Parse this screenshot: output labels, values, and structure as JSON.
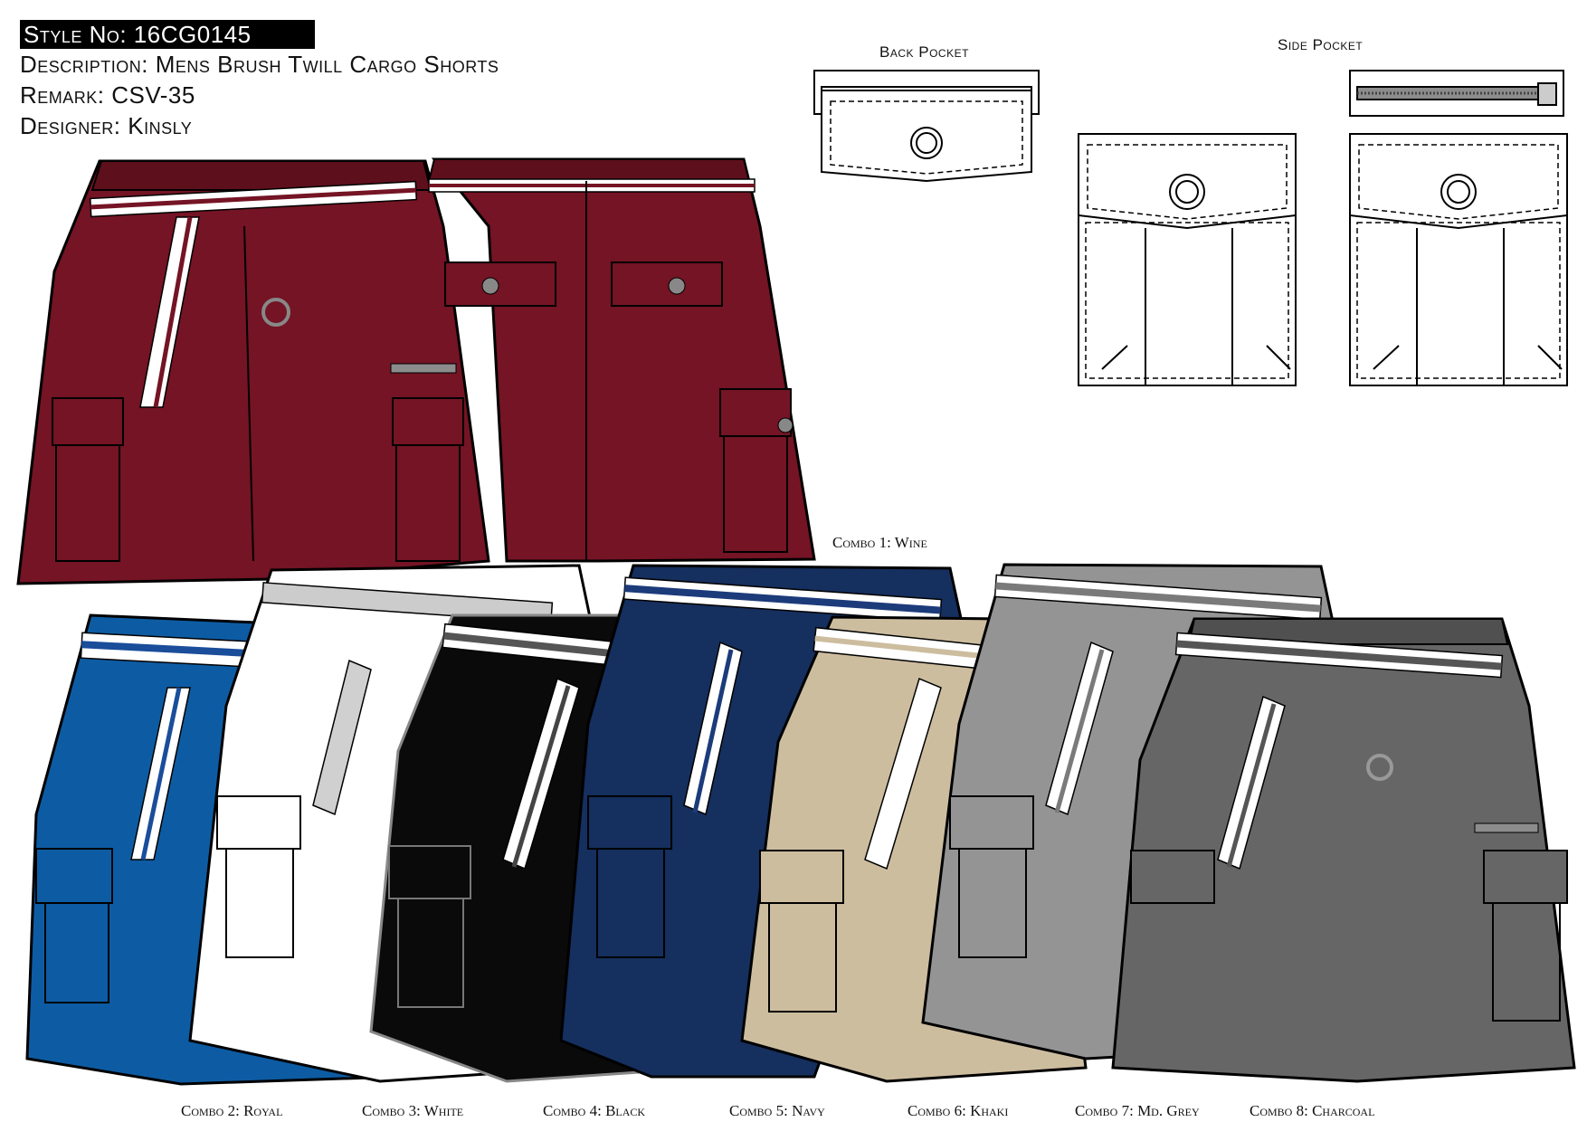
{
  "header": {
    "style_no": "Style No: 16CG0145",
    "description": "Description: Mens Brush Twill Cargo Shorts",
    "remark": "Remark: CSV-35",
    "designer": "Designer: Kinsly"
  },
  "details": {
    "back_pocket_label": "Back Pocket",
    "side_pocket_label": "Side Pocket"
  },
  "combos": [
    {
      "label": "Combo 1: Wine",
      "color": "#741424",
      "belt_stripe": "#741424",
      "belt_base": "#ffffff"
    },
    {
      "label": "Combo 2: Royal",
      "color": "#0d5ca3",
      "belt_stripe": "#1a4d9a",
      "belt_base": "#ffffff"
    },
    {
      "label": "Combo 3: White",
      "color": "#ffffff",
      "belt_stripe": "#9a9a9a",
      "belt_base": "#ffffff"
    },
    {
      "label": "Combo 4: Black",
      "color": "#0a0a0a",
      "belt_stripe": "#555555",
      "belt_base": "#ffffff"
    },
    {
      "label": "Combo 5: Navy",
      "color": "#152f5e",
      "belt_stripe": "#1c3b7a",
      "belt_base": "#ffffff"
    },
    {
      "label": "Combo 6: Khaki",
      "color": "#cdbd9f",
      "belt_stripe": "#cdbd9f",
      "belt_base": "#ffffff"
    },
    {
      "label": "Combo 7: Md. Grey",
      "color": "#949494",
      "belt_stripe": "#7a7a7a",
      "belt_base": "#ffffff"
    },
    {
      "label": "Combo 8: Charcoal",
      "color": "#666666",
      "belt_stripe": "#555555",
      "belt_base": "#ffffff"
    }
  ]
}
